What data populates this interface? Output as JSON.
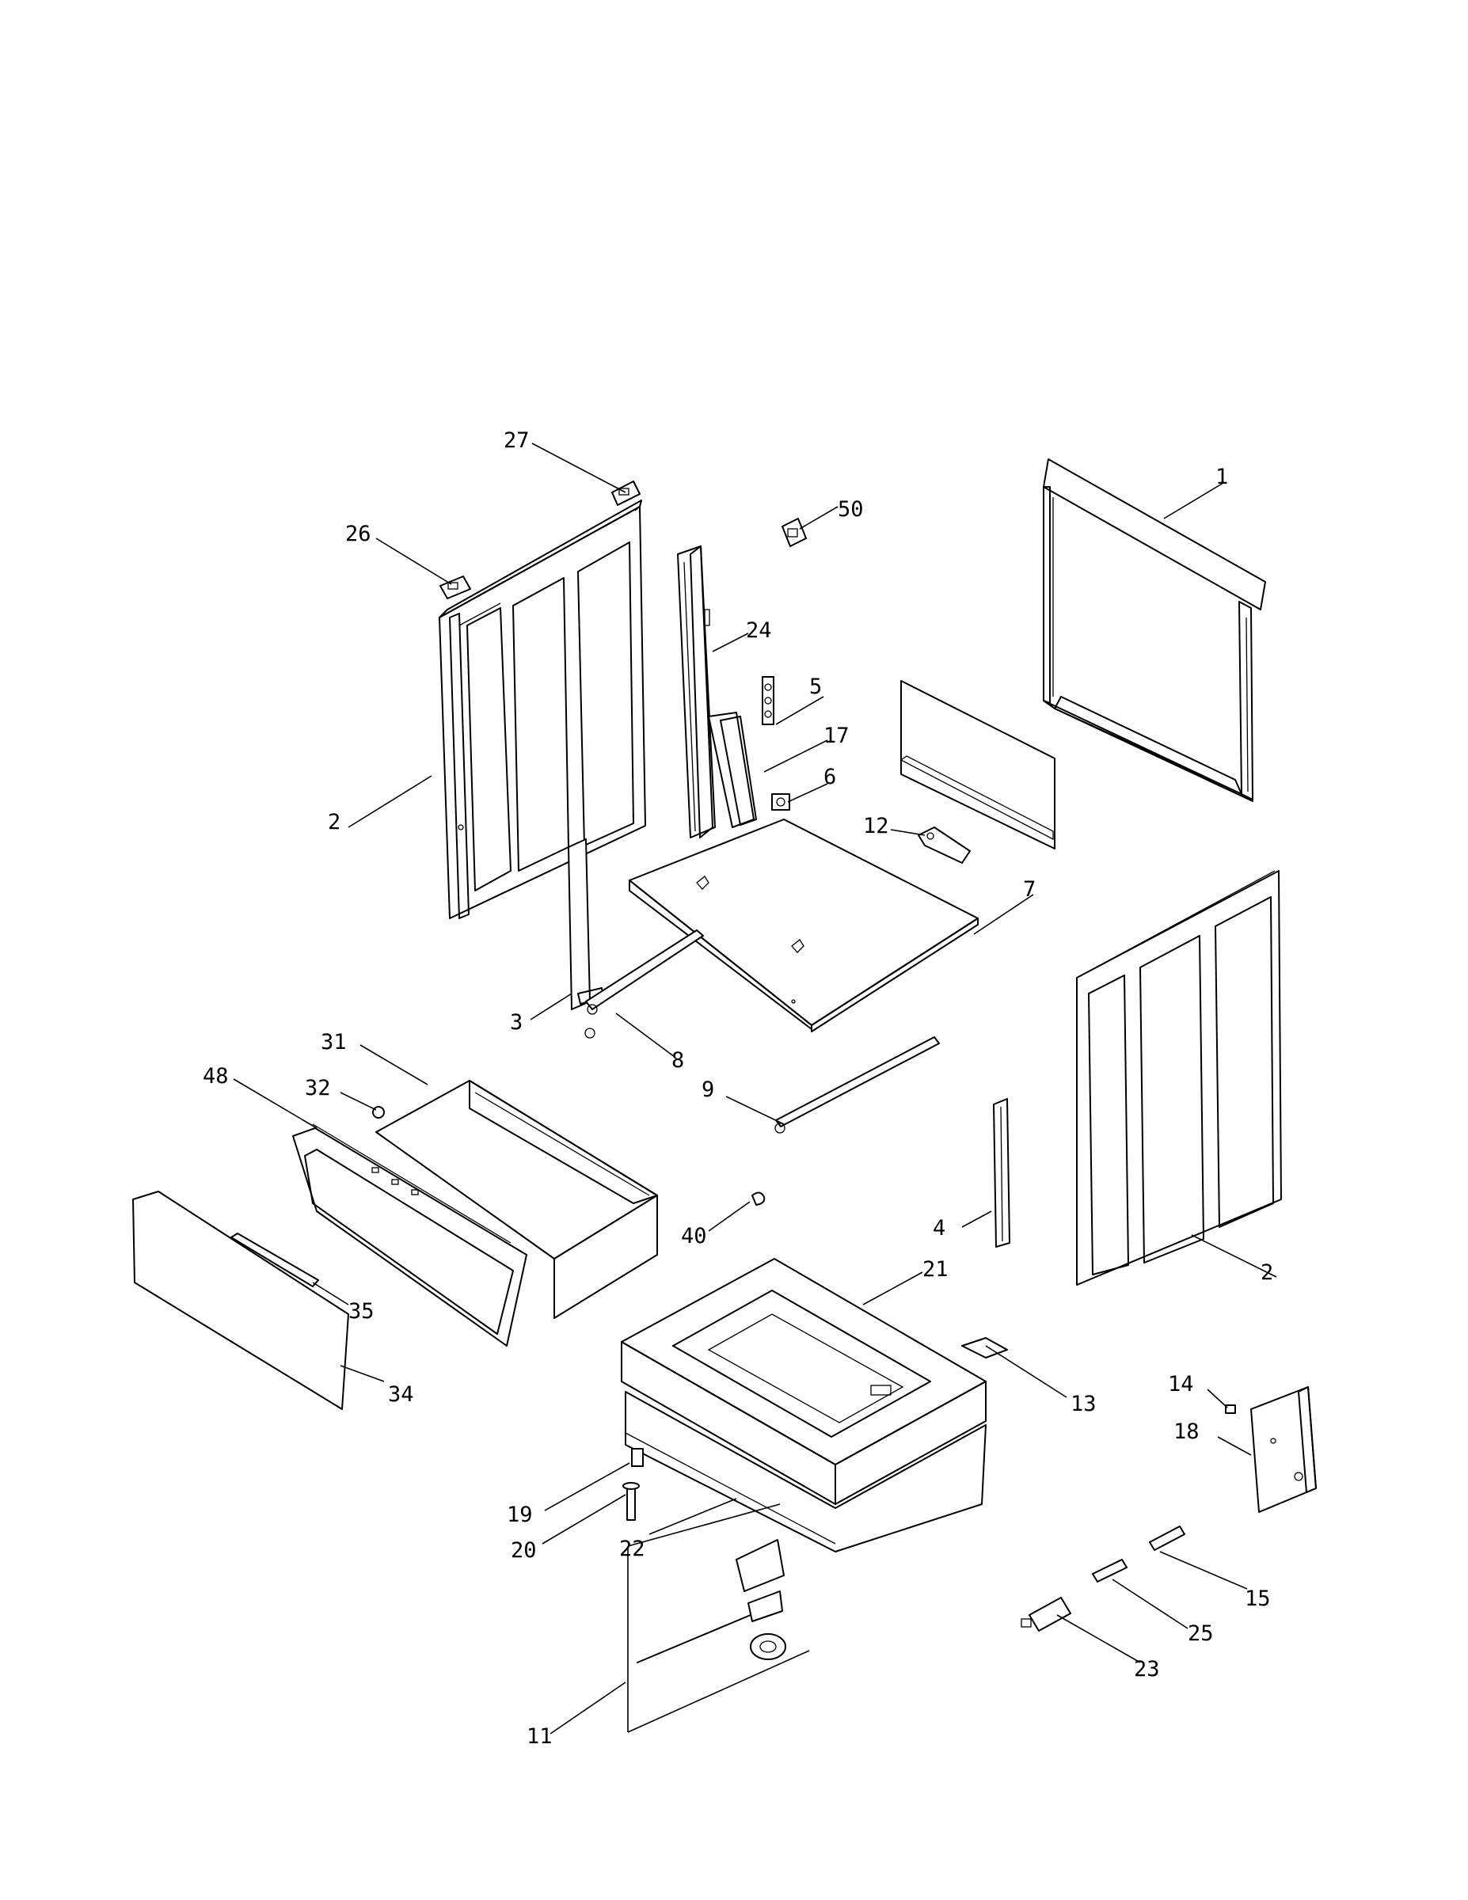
{
  "callouts": [
    {
      "id": "c1",
      "text": "1"
    },
    {
      "id": "c2a",
      "text": "2"
    },
    {
      "id": "c2b",
      "text": "2"
    },
    {
      "id": "c3",
      "text": "3"
    },
    {
      "id": "c4",
      "text": "4"
    },
    {
      "id": "c5",
      "text": "5"
    },
    {
      "id": "c6",
      "text": "6"
    },
    {
      "id": "c7",
      "text": "7"
    },
    {
      "id": "c8",
      "text": "8"
    },
    {
      "id": "c9",
      "text": "9"
    },
    {
      "id": "c11",
      "text": "11"
    },
    {
      "id": "c12",
      "text": "12"
    },
    {
      "id": "c13",
      "text": "13"
    },
    {
      "id": "c14",
      "text": "14"
    },
    {
      "id": "c15",
      "text": "15"
    },
    {
      "id": "c17",
      "text": "17"
    },
    {
      "id": "c18",
      "text": "18"
    },
    {
      "id": "c19",
      "text": "19"
    },
    {
      "id": "c20",
      "text": "20"
    },
    {
      "id": "c21",
      "text": "21"
    },
    {
      "id": "c22",
      "text": "22"
    },
    {
      "id": "c23",
      "text": "23"
    },
    {
      "id": "c24",
      "text": "24"
    },
    {
      "id": "c25",
      "text": "25"
    },
    {
      "id": "c26",
      "text": "26"
    },
    {
      "id": "c27",
      "text": "27"
    },
    {
      "id": "c31",
      "text": "31"
    },
    {
      "id": "c32",
      "text": "32"
    },
    {
      "id": "c34",
      "text": "34"
    },
    {
      "id": "c35",
      "text": "35"
    },
    {
      "id": "c40",
      "text": "40"
    },
    {
      "id": "c48",
      "text": "48"
    },
    {
      "id": "c50",
      "text": "50"
    }
  ]
}
